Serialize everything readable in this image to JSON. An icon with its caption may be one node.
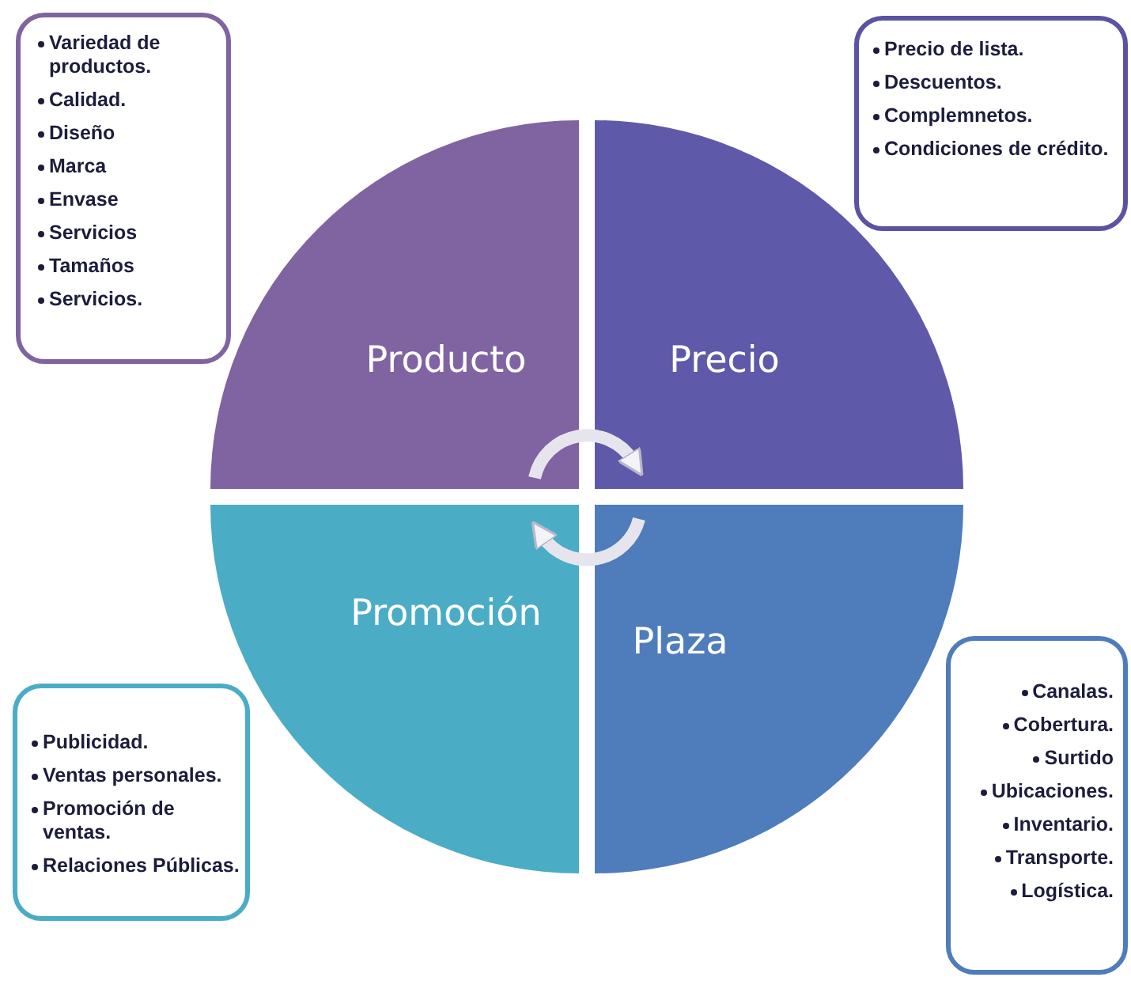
{
  "diagram": {
    "nodes": [
      {
        "text": [
          "Variedad de productos.",
          "Calidad.",
          "Diseño",
          "Marca",
          "Envase",
          "Servicios",
          "Tamaños",
          "Servicios."
        ]
      },
      {
        "text": [
          "Precio de lista.",
          "Descuentos.",
          "Complemnetos.",
          "Condiciones de crédito."
        ]
      },
      {
        "text": [
          "Producto"
        ]
      },
      {
        "text": [
          "Precio"
        ]
      },
      {
        "text": [
          "Promoción"
        ]
      },
      {
        "text": [
          "Plaza"
        ]
      },
      {
        "text": [
          "Publicidad.",
          "Ventas personales.",
          "Promoción de ventas.",
          "Relaciones Públicas."
        ]
      },
      {
        "text": [
          "Canalas.",
          "Cobertura.",
          "Surtido",
          "Ubicaciones.",
          "Inventario.",
          "Transporte.",
          "Logística."
        ]
      }
    ],
    "edges": [
      {
        "from": 2,
        "to": 3,
        "arrow": "to"
      },
      {
        "from": 5,
        "to": 4,
        "arrow": "to"
      }
    ]
  }
}
